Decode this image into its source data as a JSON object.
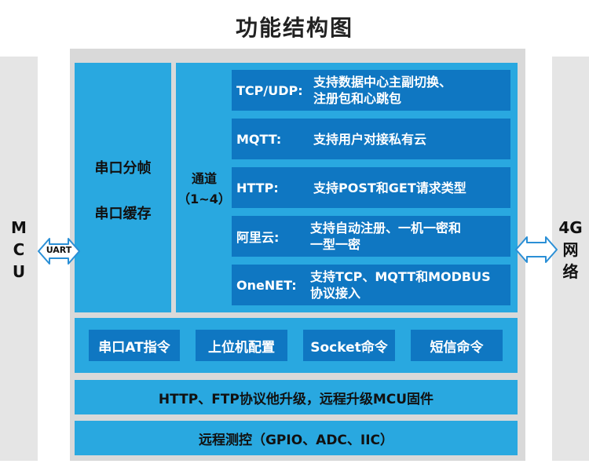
{
  "title": "功能结构图",
  "mcu_label": [
    "M",
    "C",
    "U"
  ],
  "net_label": [
    "4G",
    "网",
    "络"
  ],
  "uart_label": "UART",
  "left_panel": {
    "line1": "串口分帧",
    "line2": "串口缓存"
  },
  "channel": {
    "line1": "通道",
    "line2": "（1~4）"
  },
  "protocols": [
    {
      "name": "TCP/UDP:",
      "desc": [
        "支持数据中心主副切换、",
        "注册包和心跳包"
      ]
    },
    {
      "name": "MQTT:",
      "desc": [
        "支持用户对接私有云"
      ]
    },
    {
      "name": "HTTP:",
      "desc": [
        "支持POST和GET请求类型"
      ]
    },
    {
      "name": "阿里云:",
      "desc": [
        "支持自动注册、一机一密和",
        "一型一密"
      ]
    },
    {
      "name": "OneNET:",
      "desc": [
        "支持TCP、MQTT和MODBUS",
        "协议接入"
      ]
    }
  ],
  "commands": [
    "串口AT指令",
    "上位机配置",
    "Socket命令",
    "短信命令"
  ],
  "upgrade": "HTTP、FTP协议他升级，远程升级MCU固件",
  "remote": "远程测控（GPIO、ADC、IIC）",
  "colors": {
    "light_blue": "#29a8e0",
    "dark_blue": "#0f77c2",
    "frame_gray": "#d9d9d9",
    "side_gray": "#e5e5e5"
  }
}
